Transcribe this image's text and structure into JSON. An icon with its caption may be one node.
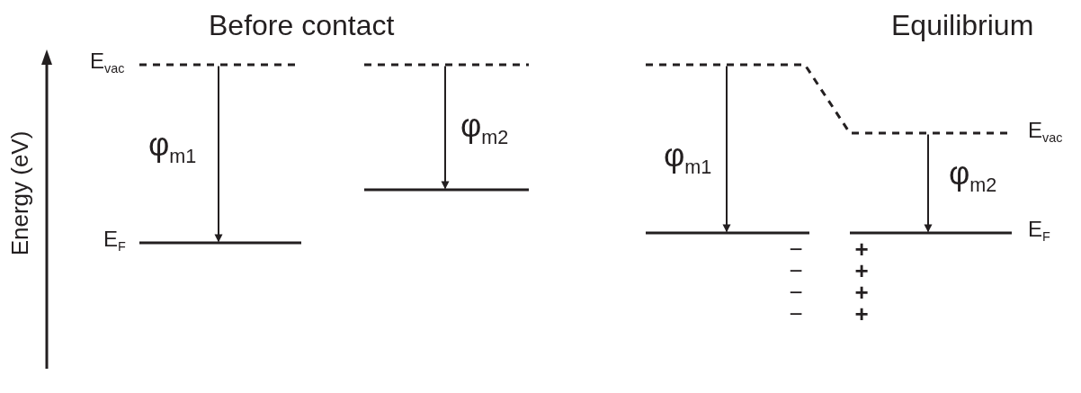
{
  "diagram": {
    "nodes": [
      {
        "text": [],
        "shape": "bar",
        "beside": [
          "E$_{vac}$"
        ]
      },
      {
        "text": [],
        "shape": "bar",
        "beside": [
          "E$_{F}$"
        ]
      },
      {
        "text": [],
        "shape": "bar"
      },
      {
        "text": [],
        "shape": "bar"
      },
      {
        "text": [],
        "shape": "bar",
        "beside": [
          "E$_{vac}$"
        ]
      },
      {
        "text": [],
        "shape": "bar"
      },
      {
        "text": [],
        "shape": "bar",
        "beside": [
          "E$_{F}$"
        ]
      }
    ],
    "edges": [
      {
        "from": 0,
        "to": 1,
        "arrow": "to",
        "label": "φ$_{m1}$"
      },
      {
        "from": 2,
        "to": 3,
        "arrow": "to",
        "label": "φ$_{m2}$"
      },
      {
        "from": 4,
        "to": 5,
        "arrow": "to",
        "label": "φ$_{m1}$"
      },
      {
        "from": 4,
        "to": 6,
        "arrow": "to",
        "label": "φ$_{m2}$"
      }
    ],
    "labels": [
      "Before contact",
      "Equilibrium",
      "Energy (eV)",
      "−",
      "−",
      "−",
      "−",
      "+",
      "+",
      "+",
      "+"
    ]
  }
}
